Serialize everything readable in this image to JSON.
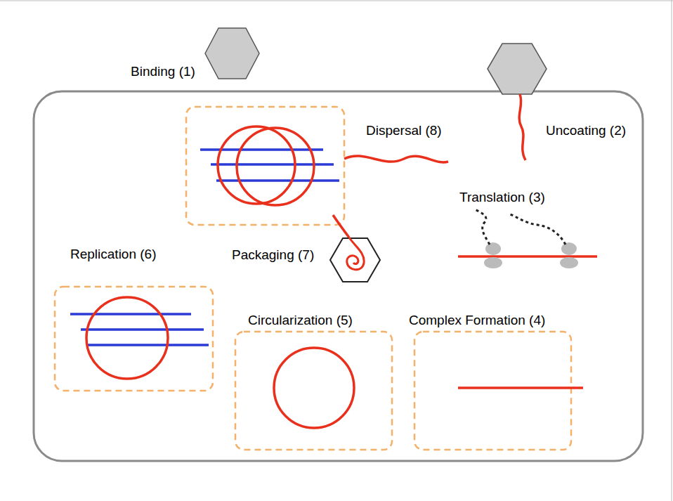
{
  "diagram": {
    "labels": [
      "Binding (1)",
      "Uncoating (2)",
      "Translation (3)",
      "Complex Formation (4)",
      "Circularization (5)",
      "Replication (6)",
      "Packaging (7)",
      "Dispersal (8)"
    ]
  }
}
